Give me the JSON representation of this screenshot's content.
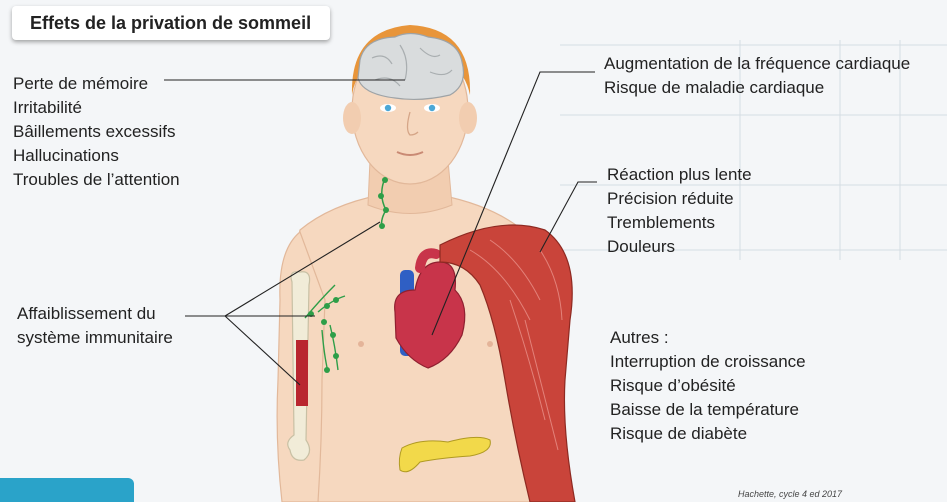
{
  "title": "Effets de la privation de sommeil",
  "groups": {
    "brain": [
      "Perte de mémoire",
      "Irritabilité",
      "Bâillements excessifs",
      "Hallucinations",
      "Troubles de l’attention"
    ],
    "immune": [
      "Affaiblissement du",
      "système immunitaire"
    ],
    "heart": [
      "Augmentation de la fréquence cardiaque",
      "Risque de maladie cardiaque"
    ],
    "muscle": [
      "Réaction plus lente",
      "Précision réduite",
      "Tremblements",
      "Douleurs"
    ],
    "other": [
      "Autres :",
      "Interruption de croissance",
      "Risque d’obésité",
      "Baisse de la température",
      "Risque de diabète"
    ]
  },
  "source": "Hachette, cycle 4 ed 2017",
  "colors": {
    "skin": "#f6d8bf",
    "hair": "#e8953a",
    "brain": "#d9dcdd",
    "heart": "#c8344a",
    "vessel_blue": "#2f5fc4",
    "muscle": "#c9443a",
    "bone": "#f1ecd8",
    "lymph": "#2e9e48",
    "pancreas": "#f2d94a",
    "badge": "#2aa3c9"
  }
}
